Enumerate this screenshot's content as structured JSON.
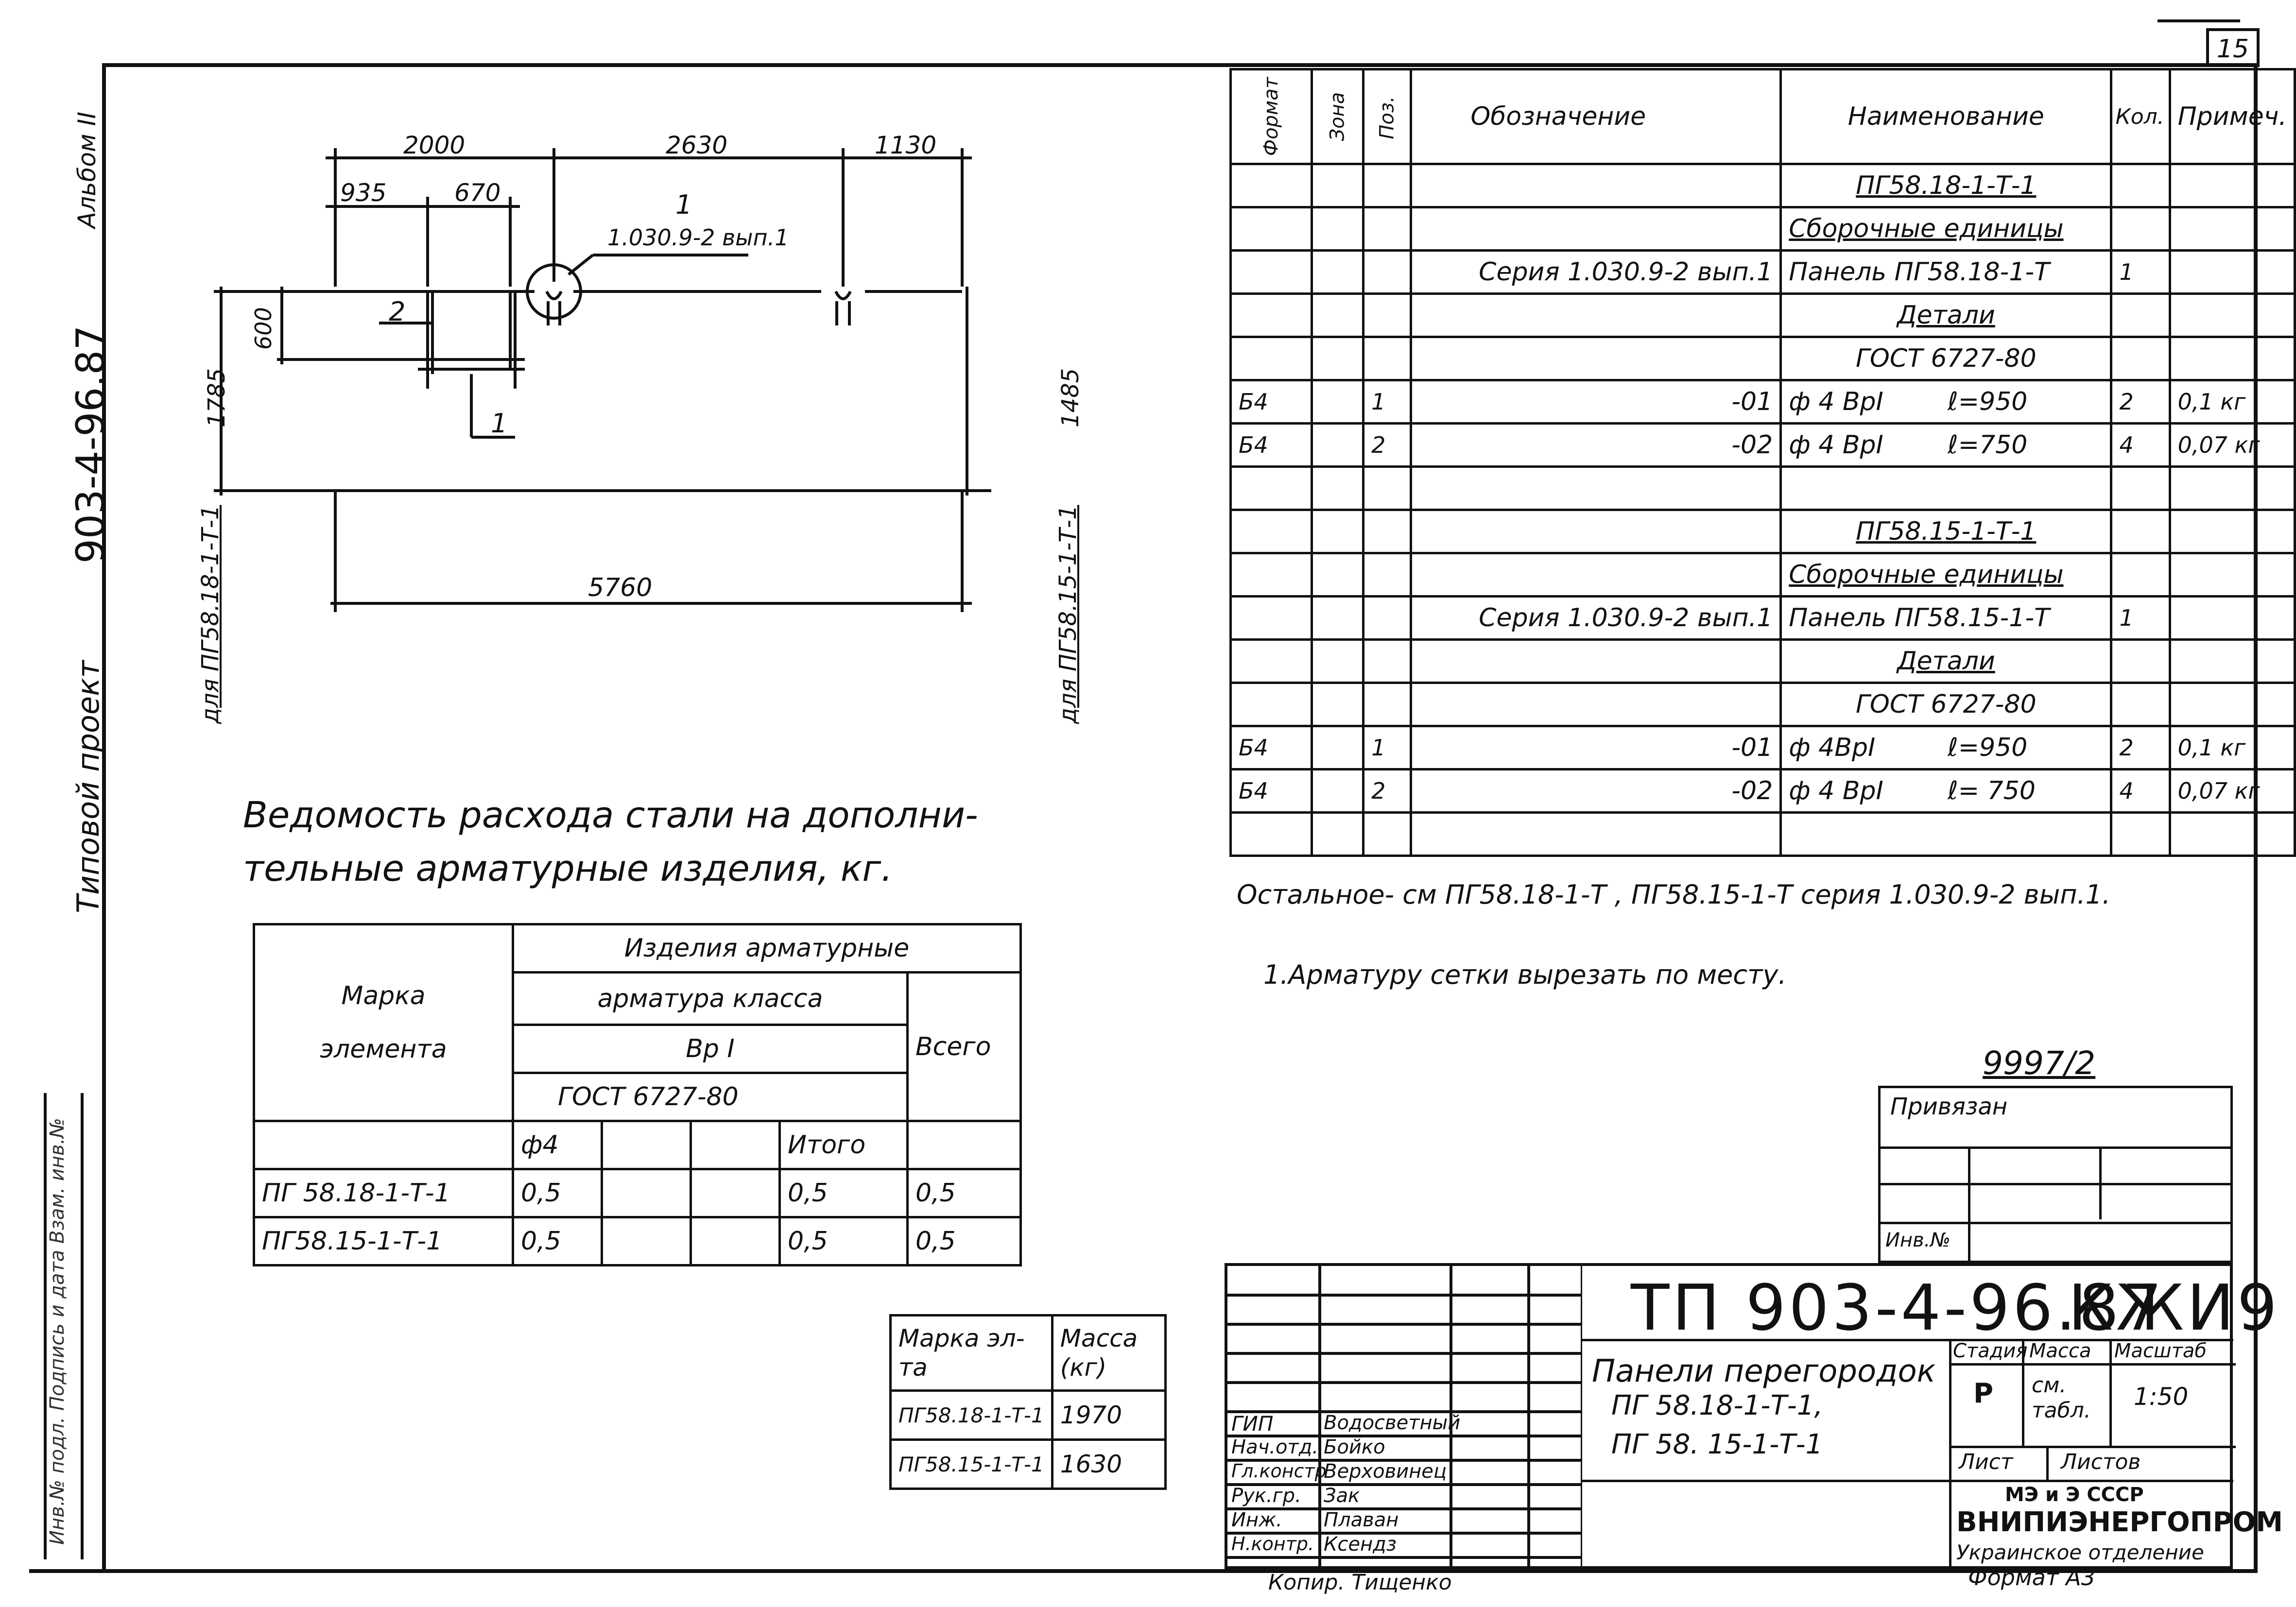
{
  "sheet_number": "15",
  "side": {
    "album": "Альбом II",
    "project_code": "903-4-96.87",
    "project_type": "Типовой проект",
    "left_strip_text": "Инв.№ подл. Подпись и дата Взам. инв.№"
  },
  "drawing": {
    "dims_top": [
      "2000",
      "2630",
      "1130"
    ],
    "dims_second": [
      "935",
      "670"
    ],
    "dim_600": "600",
    "dim_1785": "1785",
    "dim_1485": "1485",
    "dim_5760": "5760",
    "callout_1": "1",
    "callout_series": "1.030.9-2 вып.1",
    "pos_2": "2",
    "pos_1": "1",
    "left_label": "для ПГ58.18-1-Т-1",
    "right_label": "для ПГ58.15-1-Т-1"
  },
  "spec": {
    "headers": [
      "Формат",
      "Зона",
      "Поз.",
      "Обозначение",
      "Наименование",
      "Кол.",
      "Примеч."
    ],
    "rows": [
      [
        "",
        "",
        "",
        "",
        "ПГ58.18-1-Т-1",
        "",
        ""
      ],
      [
        "",
        "",
        "",
        "",
        "Сборочные единицы",
        "",
        ""
      ],
      [
        "",
        "",
        "",
        "Серия 1.030.9-2 вып.1",
        "Панель ПГ58.18-1-Т",
        "1",
        ""
      ],
      [
        "",
        "",
        "",
        "",
        "Детали",
        "",
        ""
      ],
      [
        "",
        "",
        "",
        "",
        "ГОСТ 6727-80",
        "",
        ""
      ],
      [
        "Б4",
        "",
        "1",
        "-01",
        "ф 4 ВрI        ℓ=950",
        "2",
        "0,1 кг"
      ],
      [
        "Б4",
        "",
        "2",
        "-02",
        "ф 4 ВрI        ℓ=750",
        "4",
        "0,07 кг"
      ],
      [
        "",
        "",
        "",
        "",
        "",
        "",
        ""
      ],
      [
        "",
        "",
        "",
        "",
        "ПГ58.15-1-Т-1",
        "",
        ""
      ],
      [
        "",
        "",
        "",
        "",
        "Сборочные единицы",
        "",
        ""
      ],
      [
        "",
        "",
        "",
        "Серия 1.030.9-2  вып.1",
        "Панель ПГ58.15-1-Т",
        "1",
        ""
      ],
      [
        "",
        "",
        "",
        "",
        "Детали",
        "",
        ""
      ],
      [
        "",
        "",
        "",
        "",
        "ГОСТ 6727-80",
        "",
        ""
      ],
      [
        "Б4",
        "",
        "1",
        "-01",
        "ф 4ВрI         ℓ=950",
        "2",
        "0,1 кг"
      ],
      [
        "Б4",
        "",
        "2",
        "-02",
        "ф 4 ВрI        ℓ= 750",
        "4",
        "0,07 кг"
      ],
      [
        "",
        "",
        "",
        "",
        "",
        "",
        ""
      ]
    ]
  },
  "notes": {
    "rest": "Остальное- см ПГ58.18-1-Т , ПГ58.15-1-Т серия 1.030.9-2 вып.1.",
    "note1": "1.Арматуру сетки вырезать по месту."
  },
  "steel": {
    "title_line1": "Ведомость расхода стали на дополни-",
    "title_line2": "тельные арматурные изделия, кг.",
    "h_mark": "Марка",
    "h_element": "элемента",
    "h_products": "Изделия арматурные",
    "h_class": "арматура класса",
    "h_bp": "Вр I",
    "h_gost": "ГОСТ 6727-80",
    "h_phi4": "ф4",
    "h_itogo": "Итого",
    "h_vsego": "Всего",
    "rows": [
      {
        "mark": "ПГ 58.18-1-Т-1",
        "phi4": "0,5",
        "itogo": "0,5",
        "vsego": "0,5"
      },
      {
        "mark": "ПГ58.15-1-Т-1",
        "phi4": "0,5",
        "itogo": "0,5",
        "vsego": "0,5"
      }
    ]
  },
  "mass": {
    "h_mark": "Марка эл-та",
    "h_mass": "Масса (кг)",
    "rows": [
      {
        "mark": "ПГ58.18-1-Т-1",
        "mass": "1970"
      },
      {
        "mark": "ПГ58.15-1-Т-1",
        "mass": "1630"
      }
    ]
  },
  "privyazan": {
    "number": "9997/2",
    "label": "Привязан",
    "inv": "Инв.№"
  },
  "stamp": {
    "code": "ТП 903-4-96.87",
    "sheet_code": "КЖИ9",
    "title_line1": "Панели перегородок",
    "title_line2": "ПГ 58.18-1-Т-1,",
    "title_line3": "ПГ 58. 15-1-Т-1",
    "h_stage": "Стадия",
    "h_mass": "Масса",
    "h_scale": "Масштаб",
    "stage": "Р",
    "mass": "см. табл.",
    "scale": "1:50",
    "h_sheet": "Лист",
    "h_sheets": "Листов",
    "org1": "МЭ и Э СССР",
    "org2": "ВНИПИЭНЕРГОПРОМ",
    "org3": "Украинское отделение",
    "format": "Формат А3",
    "copied": "Копир. Тищенко",
    "people": [
      {
        "role": "ГИП",
        "name": "Водосветный"
      },
      {
        "role": "Нач.отд.",
        "name": "Бойко"
      },
      {
        "role": "Гл.констр",
        "name": "Верховинец"
      },
      {
        "role": "Рук.гр.",
        "name": "Зак"
      },
      {
        "role": "Инж.",
        "name": "Плаван"
      },
      {
        "role": "Н.контр.",
        "name": "Ксендз"
      }
    ]
  }
}
